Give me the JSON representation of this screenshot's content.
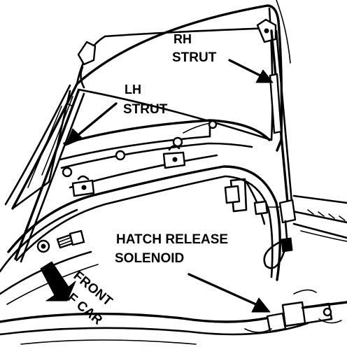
{
  "labels": {
    "rh_strut_line1": "RH",
    "rh_strut_line2": "STRUT",
    "lh_strut_line1": "LH",
    "lh_strut_line2": "STRUT",
    "solenoid_line1": "HATCH RELEASE",
    "solenoid_line2": "SOLENOID",
    "front_line1": "FRONT",
    "front_line2": "OF CAR"
  }
}
